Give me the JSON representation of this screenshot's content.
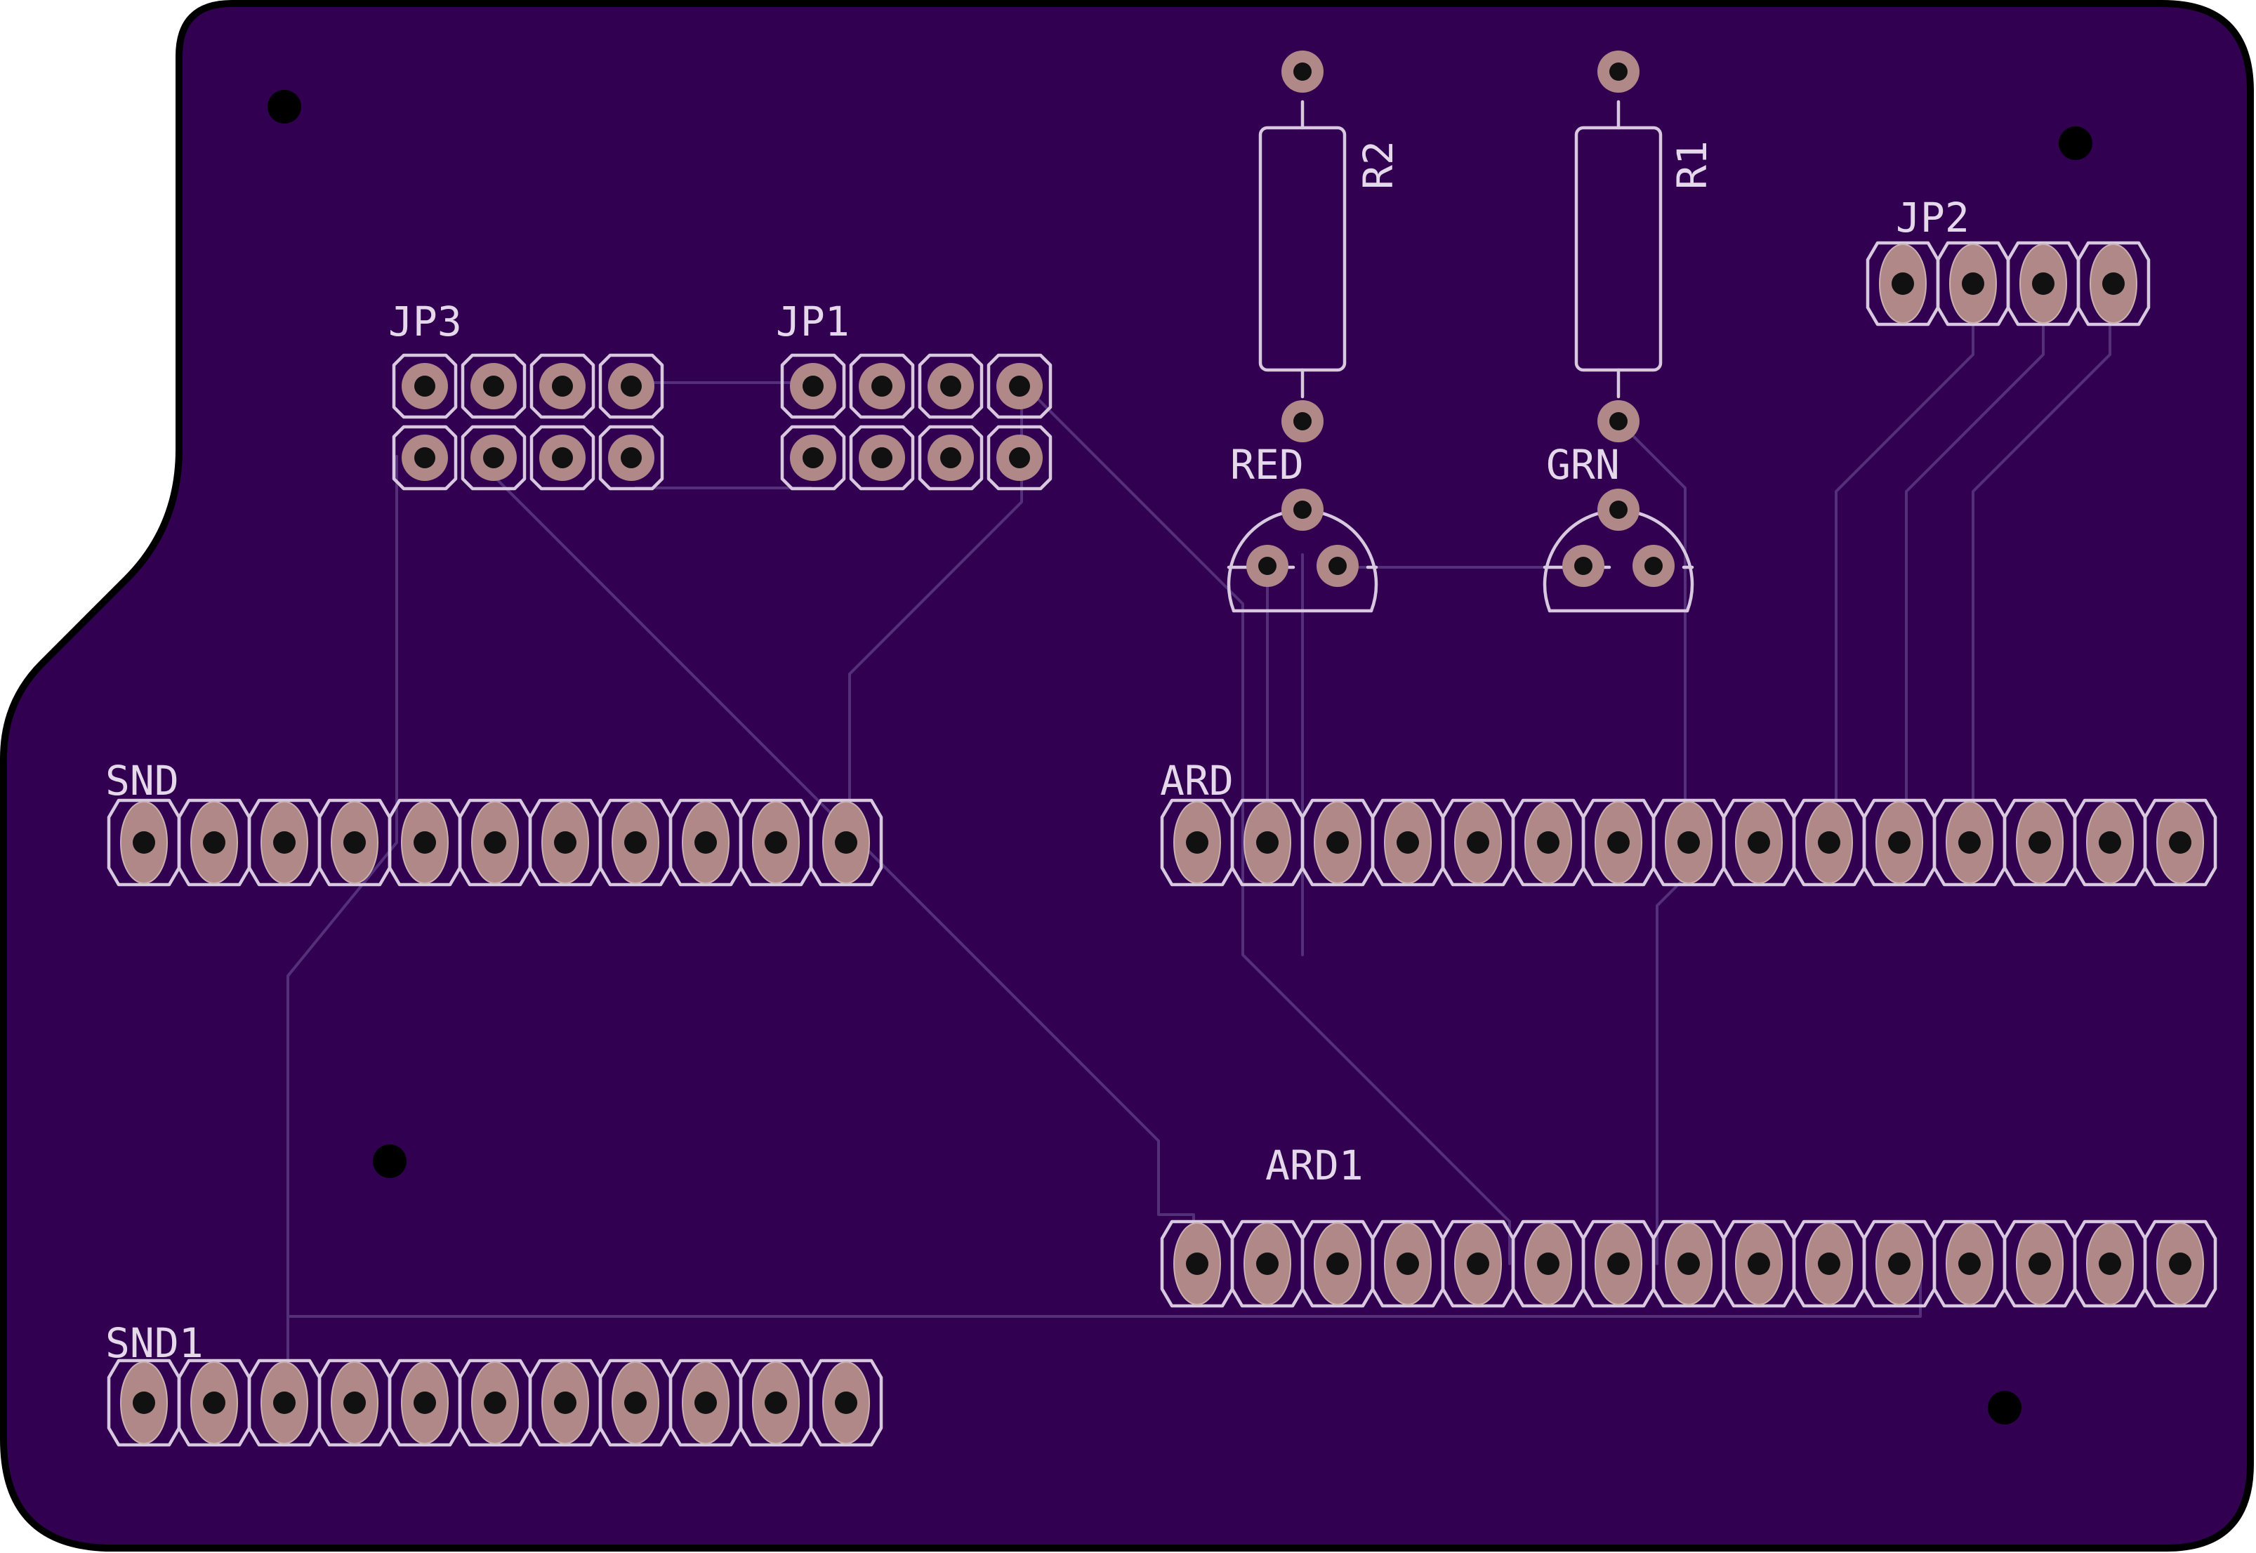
{
  "colors": {
    "board": "#320050",
    "outline": "#000000",
    "trace": "#55307a",
    "silkscreen": "#d8c8e0",
    "copper": "#b08888",
    "drill": "#111111"
  },
  "components": {
    "SND": {
      "label": "SND",
      "pins": 11
    },
    "SND1": {
      "label": "SND1",
      "pins": 11
    },
    "ARD": {
      "label": "ARD",
      "pins": 15
    },
    "ARD1": {
      "label": "ARD1",
      "pins": 15
    },
    "JP1": {
      "label": "JP1",
      "pins": 8
    },
    "JP2": {
      "label": "JP2",
      "pins": 4
    },
    "JP3": {
      "label": "JP3",
      "pins": 8
    },
    "R1": {
      "label": "R1"
    },
    "R2": {
      "label": "R2"
    },
    "RED": {
      "label": "RED"
    },
    "GRN": {
      "label": "GRN"
    }
  }
}
